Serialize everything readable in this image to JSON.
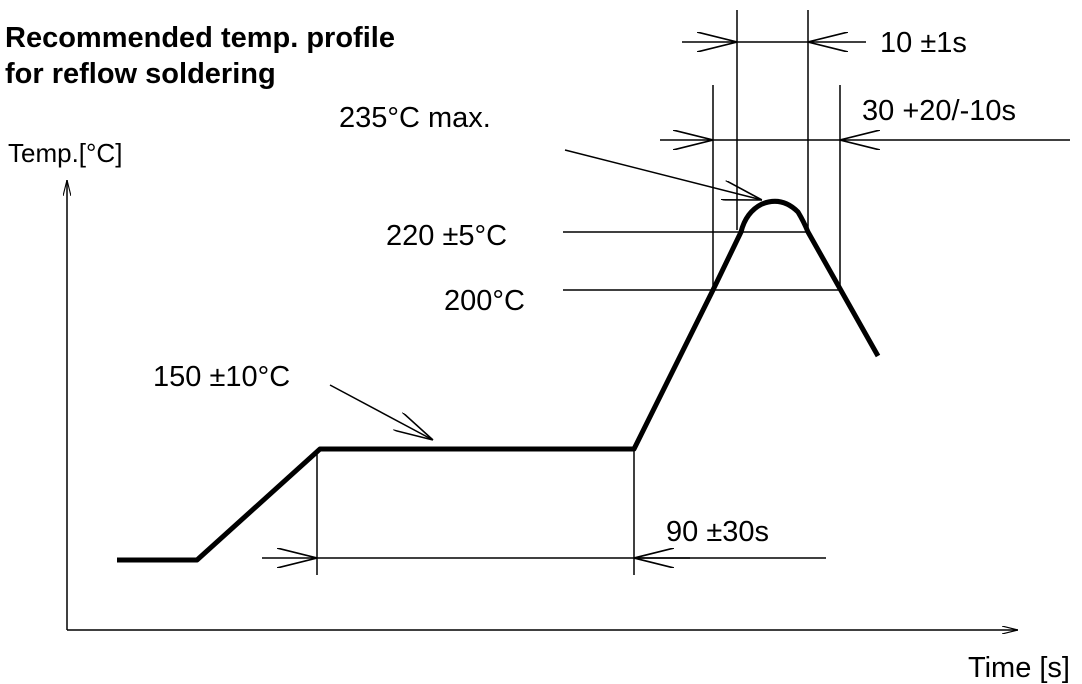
{
  "title": {
    "line1": "Recommended temp. profile",
    "line2": "for reflow soldering"
  },
  "axes": {
    "y_label": "Temp.[°C]",
    "x_label": "Time [s]"
  },
  "annotations": {
    "peak_max": "235°C max.",
    "peak_zone": "220 ±5°C",
    "reflow_threshold": "200°C",
    "preheat": "150 ±10°C",
    "peak_duration": "10 ±1s",
    "above_200_duration": "30 +20/-10s",
    "preheat_duration": "90 ±30s"
  },
  "colors": {
    "line": "#000000",
    "background": "#ffffff"
  }
}
